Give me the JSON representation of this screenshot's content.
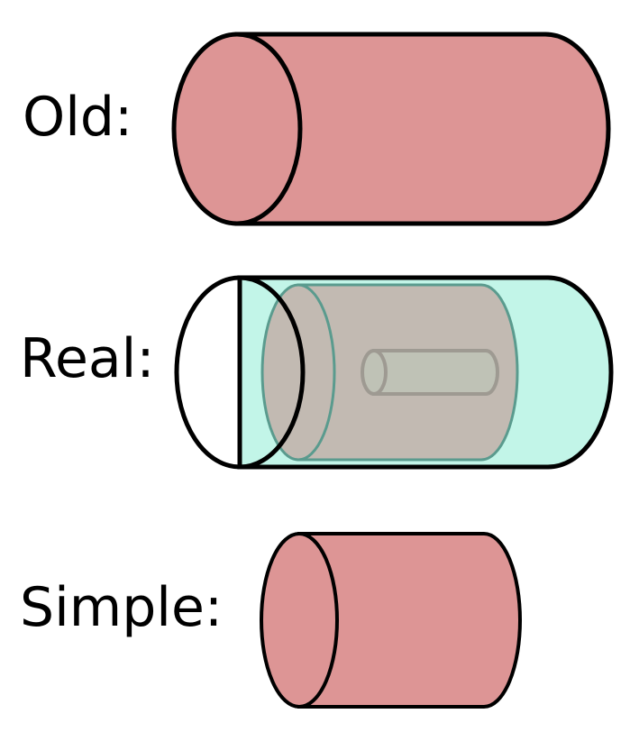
{
  "rows": [
    {
      "label": "Old:"
    },
    {
      "label": "Real:"
    },
    {
      "label": "Simple:"
    }
  ],
  "colors": {
    "cylinder_fill": "#dd9595",
    "outer_shell_fill": "#c2f5e8",
    "inner_layer_fill": "#c2bab2",
    "inner_layer_stroke": "#5a9b8e",
    "core_fill": "#bfc2b6",
    "core_stroke": "#9e9a92",
    "outline": "#000000"
  }
}
